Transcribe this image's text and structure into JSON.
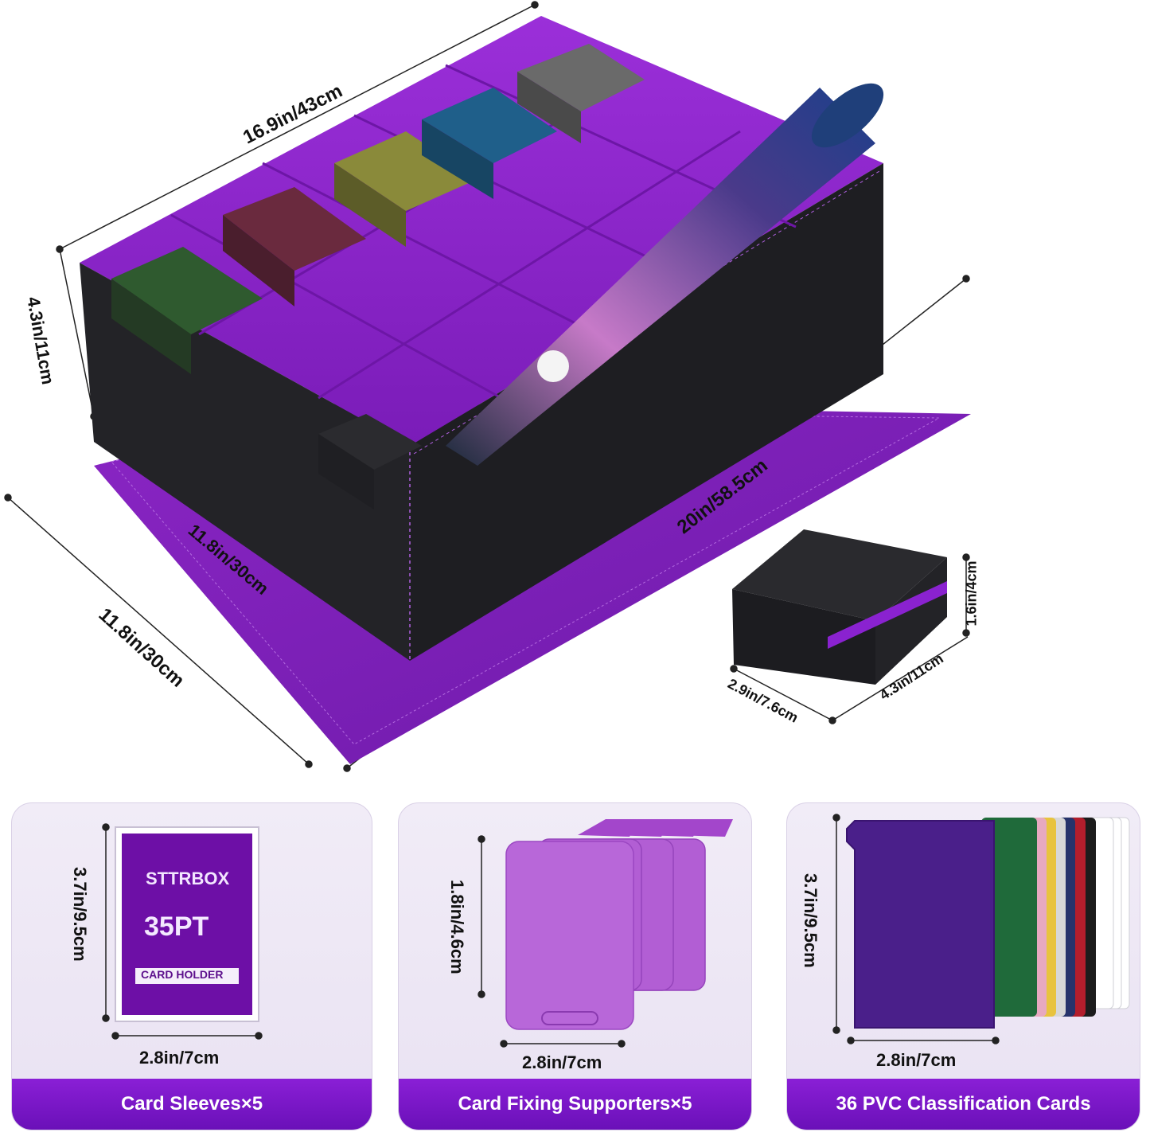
{
  "dimensions": {
    "top_width": "16.9in/43cm",
    "side_height": "4.3in/11cm",
    "inner_depth": "11.8in/30cm",
    "mat_depth": "11.8in/30cm",
    "mat_length": "20in/58.5cm",
    "deck_box_height": "1.6in/4cm",
    "deck_box_length": "4.3in/11cm",
    "deck_box_width": "2.9in/7.6cm"
  },
  "panels": [
    {
      "title": "Card Sleeves×5",
      "height": "3.7in/9.5cm",
      "width": "2.8in/7cm",
      "brand": "STTRBOX",
      "thickness": "35PT",
      "holder_label": "CARD HOLDER"
    },
    {
      "title": "Card Fixing Supporters×5",
      "height": "1.8in/4.6cm",
      "width": "2.8in/7cm"
    },
    {
      "title": "36 PVC Classification Cards",
      "height": "3.7in/9.5cm",
      "width": "2.8in/7cm"
    }
  ],
  "colors": {
    "accent_purple": "#7a16c8",
    "mat_purple": "#7b1fb5",
    "box_black": "#1f1f22",
    "divider_purple": "#8d2ad0"
  }
}
